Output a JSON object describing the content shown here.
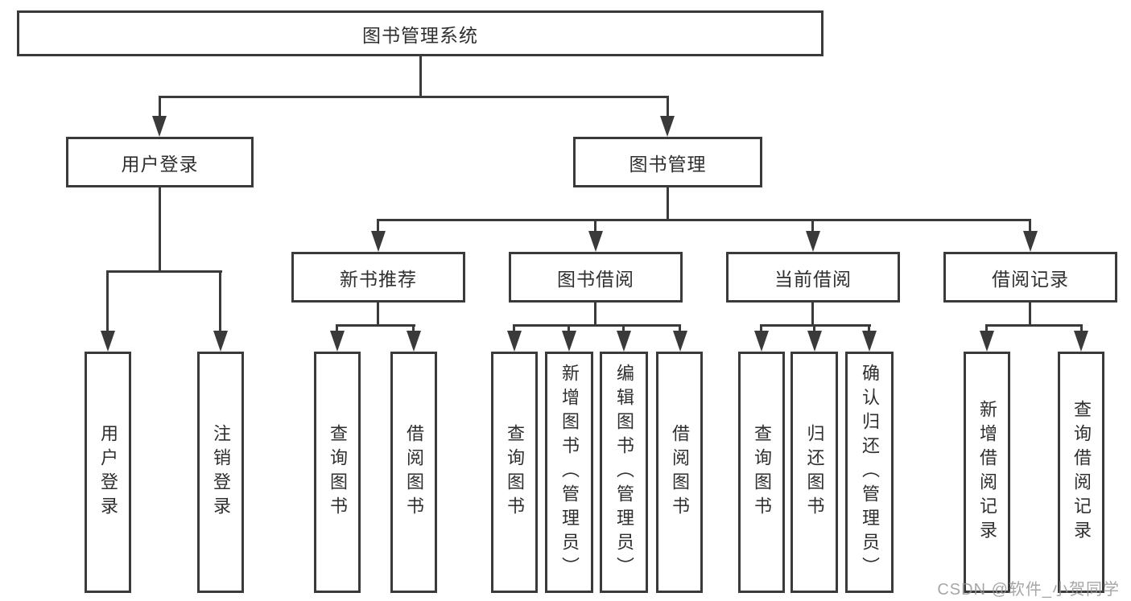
{
  "tree": {
    "root": {
      "label": "图书管理系统"
    },
    "level2": [
      {
        "label": "用户登录"
      },
      {
        "label": "图书管理"
      }
    ],
    "level3": [
      {
        "label": "新书推荐"
      },
      {
        "label": "图书借阅"
      },
      {
        "label": "当前借阅"
      },
      {
        "label": "借阅记录"
      }
    ],
    "leaves": {
      "user_login": [
        "用户登录",
        "注销登录"
      ],
      "new_book": [
        "查询图书",
        "借阅图书"
      ],
      "borrow": [
        "查询图书",
        "新增图书（管理员）",
        "编辑图书（管理员）",
        "借阅图书"
      ],
      "current": [
        "查询图书",
        "归还图书",
        "确认归还（管理员）"
      ],
      "records": [
        "新增借阅记录",
        "查询借阅记录"
      ]
    }
  },
  "watermark": {
    "text": "CSDN @软件_小贺同学"
  },
  "colors": {
    "line": "#3a3a3a",
    "text": "#2f2f2f",
    "background": "#ffffff",
    "watermark": "#969696"
  }
}
